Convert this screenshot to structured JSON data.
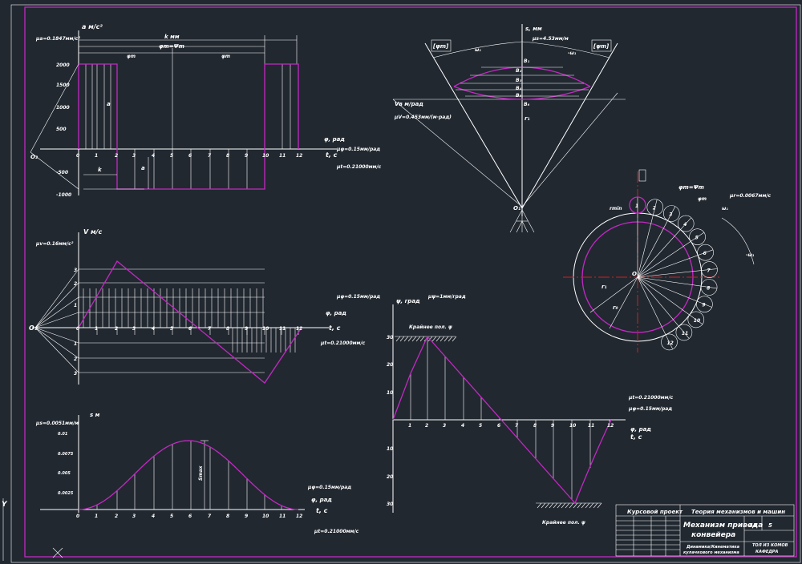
{
  "sheet": {
    "frame_color": "#c428c4",
    "line_color": "#ffffff",
    "background": "#212830",
    "axis_color": "#d02020"
  },
  "accel_plot": {
    "y_axis_label": "a м/с²",
    "scale_label": "μa=0.1847мм/с²",
    "span_label": "k мм",
    "phi_label": "φm=Ψm",
    "phi_left": "φm",
    "phi_right": "φm",
    "y_ticks": [
      "2000",
      "1500",
      "1000",
      "500",
      "-500",
      "-1000"
    ],
    "x_ticks": [
      "0",
      "1",
      "2",
      "3",
      "4",
      "5",
      "6",
      "7",
      "8",
      "9",
      "10",
      "11",
      "12"
    ],
    "mark_a": "a",
    "mark_b": "a",
    "mark_k": "k",
    "pole": "O₂",
    "axis_label_phi": "φ, рад",
    "axis_label_t": "t, с",
    "scale_phi": "μφ=0.15мм/рад",
    "scale_t": "μt=0.21000мм/с"
  },
  "vel_plot": {
    "y_axis_label": "V м/с",
    "scale_label": "μv=0.16мм/с²",
    "y_ticks": [
      "3",
      "2",
      "1",
      "1",
      "2",
      "3"
    ],
    "x_ticks": [
      "0",
      "1",
      "2",
      "3",
      "4",
      "5",
      "6",
      "7",
      "8",
      "9",
      "10",
      "11",
      "12"
    ],
    "pole": "O₁",
    "axis_label_phi": "φ, рад",
    "axis_label_t": "t, с",
    "scale_phi": "μφ=0.15мм/рад",
    "scale_t": "μt=0.21000мм/с"
  },
  "disp_plot": {
    "y_axis_label": "s м",
    "scale_label": "μs=0.0051мм/м",
    "y_ticks": [
      "0.01",
      "0.0075",
      "0.005",
      "0.0025"
    ],
    "x_ticks": [
      "0",
      "1",
      "2",
      "3",
      "4",
      "5",
      "6",
      "7",
      "8",
      "9",
      "10",
      "11",
      "12"
    ],
    "s_max": "Smax",
    "axis_label_phi": "φ, рад",
    "axis_label_t": "t, с",
    "scale_phi": "μφ=0.15мм/рад",
    "scale_t": "μt=0.21000мм/с"
  },
  "angle_plot": {
    "y_axis_label": "ψ, град",
    "scale_label": "μψ=1мм/град",
    "y_ticks": [
      "30",
      "20",
      "10",
      "10",
      "20",
      "30"
    ],
    "x_ticks": [
      "1",
      "2",
      "3",
      "4",
      "5",
      "6",
      "7",
      "8",
      "9",
      "10",
      "11",
      "12"
    ],
    "stop_top": "Крайнее пол. ψ",
    "stop_bottom": "Крайнее пол. ψ",
    "scale_t": "μt=0.21000мм/с",
    "scale_phi": "μφ=0.15мм/рад",
    "axis_label_phi": "φ, рад",
    "axis_label_t": "t, с"
  },
  "fan_diagram": {
    "axis_label": "s, мм",
    "scale_label": "μs=4.53мм/м",
    "left_bracket": "[ψm]",
    "right_bracket": "[ψm]",
    "omega_left": "ω₁",
    "omega_right": "-ω₁",
    "v_label": "Vв м/рад",
    "mu_label": "μV=0.453мм/(м·рад)",
    "points": [
      "B₁",
      "B₂",
      "B₃",
      "B₄",
      "B₅",
      "B₆"
    ],
    "r_label": "r₁",
    "base": "O₁"
  },
  "cam_circle": {
    "top_label": "φm=Ψm",
    "phi_label": "φm",
    "scale_label": "μr=0.0067мм/с",
    "omega_label": "ω₁",
    "omega_neg": "-ω₁",
    "r_min": "rmin",
    "r0": "r₀",
    "r1": "r₁",
    "center": "O",
    "roller_nums": [
      "1",
      "2",
      "3",
      "4",
      "5",
      "6",
      "7",
      "8",
      "9",
      "10",
      "11",
      "12"
    ]
  },
  "title_block": {
    "subject": "Теория механизмов и машин",
    "doc_type": "Курсовой проект",
    "title_line1": "Механизм привода",
    "title_line2": "конвейера",
    "subtitle_line1": "Динамика/Кинематика",
    "subtitle_line2": "кулачкового механизма",
    "lit": "44",
    "sheet": "5",
    "stamp1": "ТОЛ ИЗ КОМОВ",
    "stamp2": "КАФЕДРА"
  },
  "ucs": {
    "y": "Y"
  }
}
